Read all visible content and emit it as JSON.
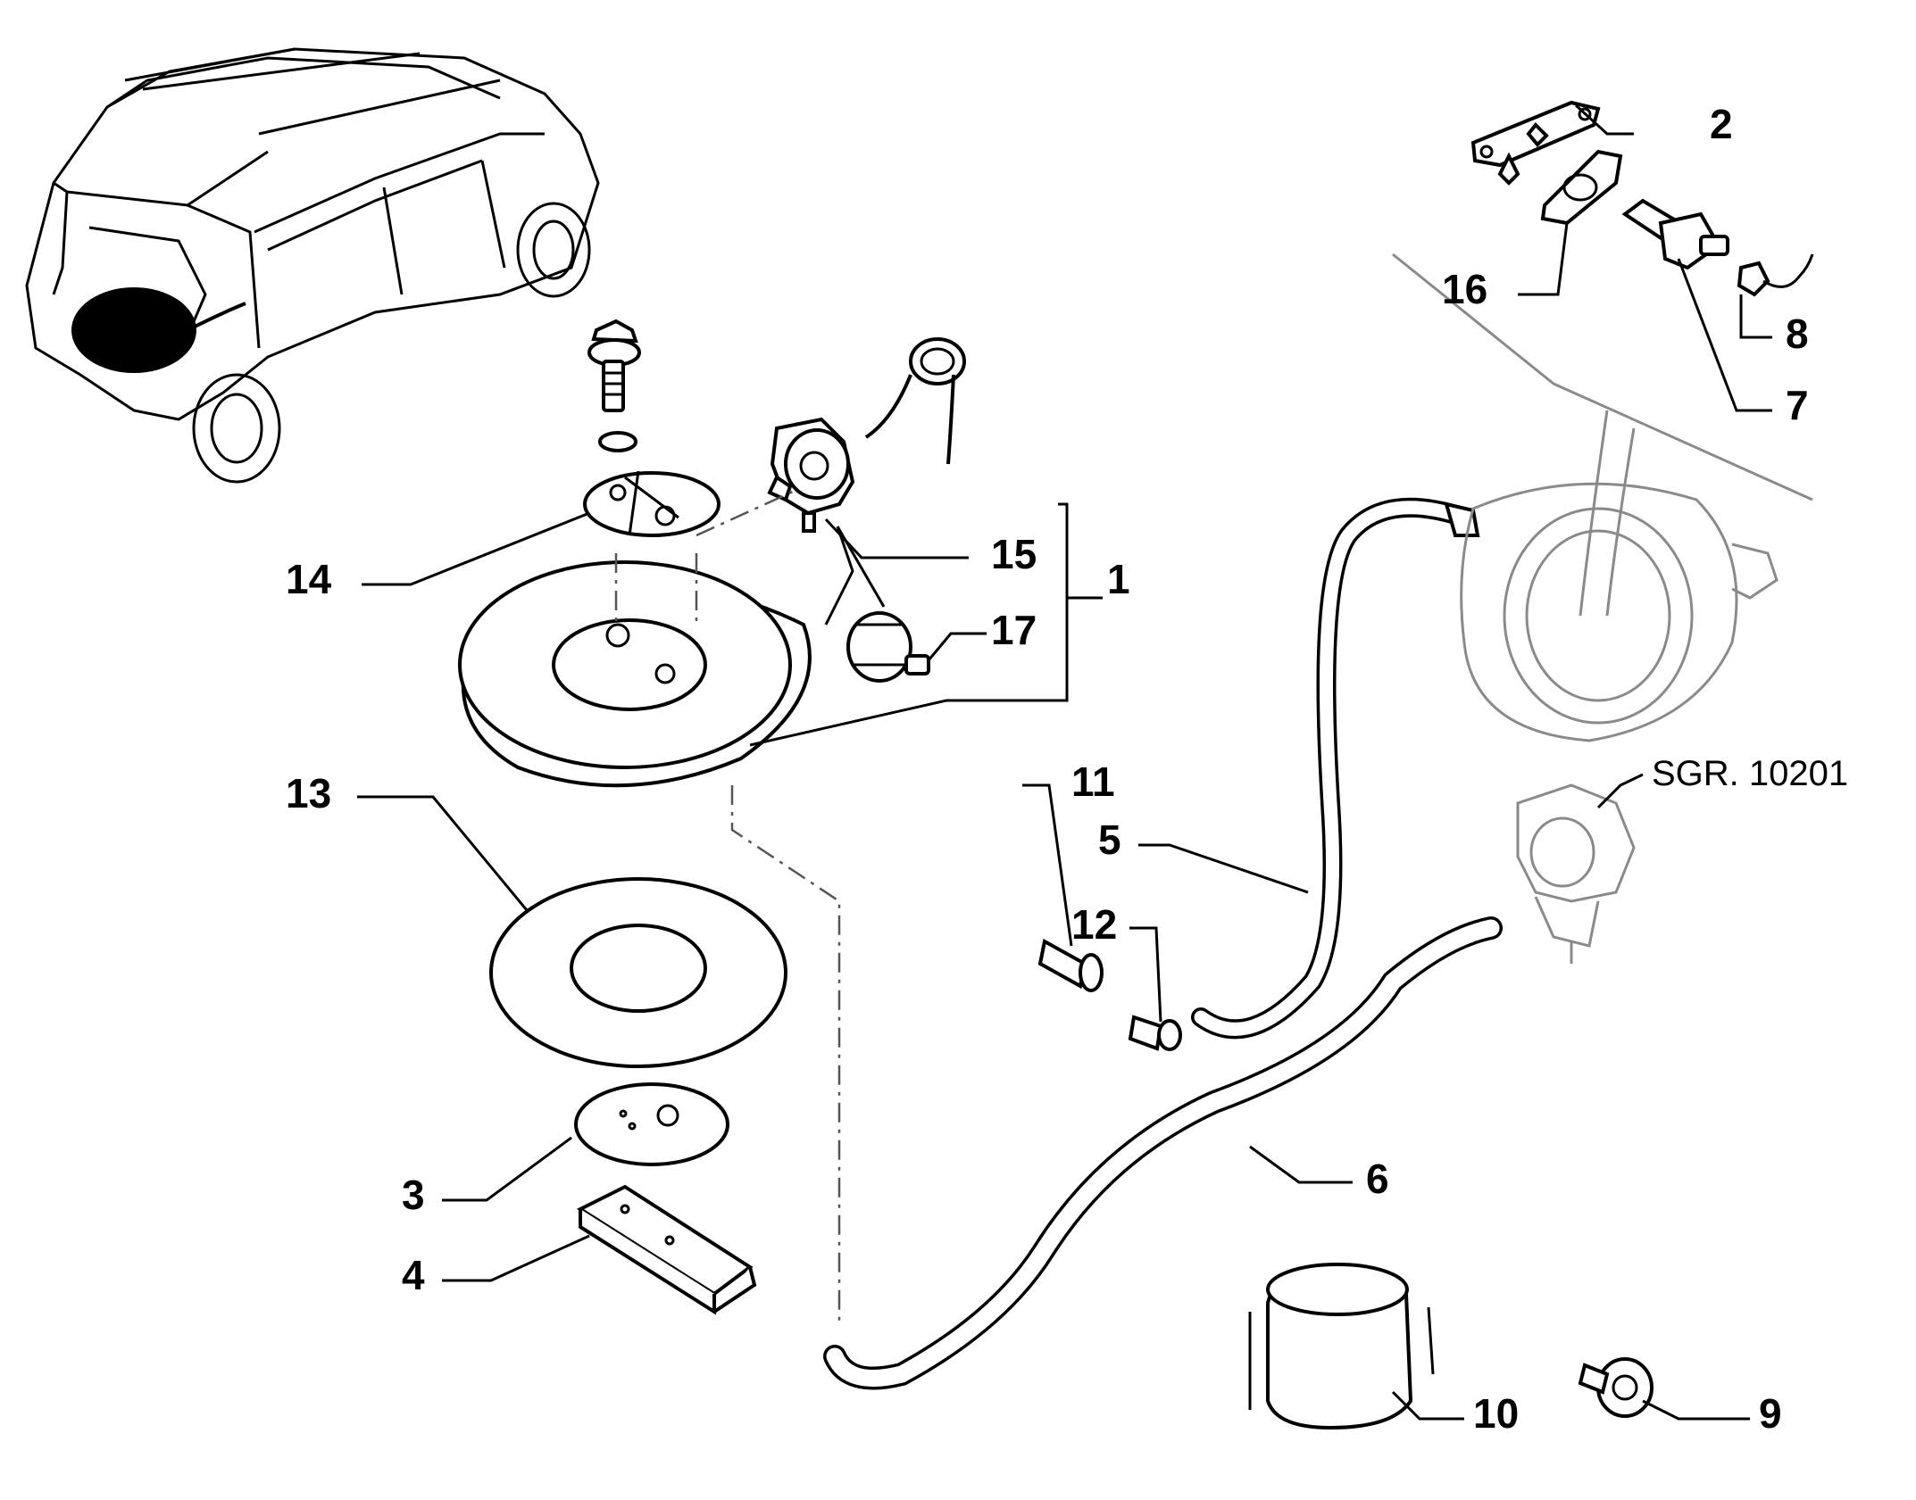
{
  "diagram": {
    "colors": {
      "ink": "#000000",
      "ghost": "#8a8a8a",
      "paper": "#ffffff"
    },
    "labels": {
      "n1": "1",
      "n2": "2",
      "n3": "3",
      "n4": "4",
      "n5": "5",
      "n6": "6",
      "n7": "7",
      "n8": "8",
      "n9": "9",
      "n10": "10",
      "n11": "11",
      "n12": "12",
      "n13": "13",
      "n14": "14",
      "n15": "15",
      "n16": "16",
      "n17": "17",
      "ref": "SGR. 10201"
    }
  }
}
